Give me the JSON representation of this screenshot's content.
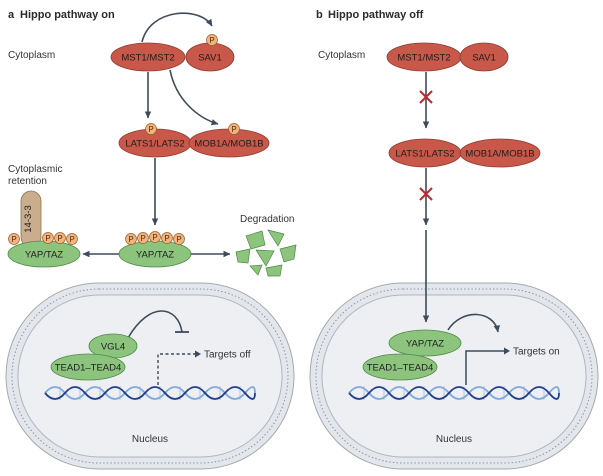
{
  "panel_a": {
    "letter": "a",
    "title": "Hippo pathway on",
    "cytoplasm": "Cytoplasm",
    "cytoplasmic_retention_line1": "Cytoplasmic",
    "cytoplasmic_retention_line2": "retention",
    "degradation": "Degradation",
    "mst": "MST1/MST2",
    "sav": "SAV1",
    "lats": "LATS1/LATS2",
    "mob": "MOB1A/MOB1B",
    "protein_14_3_3": "14-3-3",
    "yap_left": "YAP/TAZ",
    "yap_center": "YAP/TAZ",
    "vgl4": "VGL4",
    "tead": "TEAD1–TEAD4",
    "targets": "Targets off",
    "nucleus": "Nucleus",
    "phospho": "P"
  },
  "panel_b": {
    "letter": "b",
    "title": "Hippo pathway off",
    "cytoplasm": "Cytoplasm",
    "mst": "MST1/MST2",
    "sav": "SAV1",
    "lats": "LATS1/LATS2",
    "mob": "MOB1A/MOB1B",
    "yap": "YAP/TAZ",
    "tead": "TEAD1–TEAD4",
    "targets": "Targets on",
    "nucleus": "Nucleus"
  },
  "colors": {
    "kinase_red": "#c8584a",
    "effector_green": "#8cc47e",
    "adaptor_tan": "#c9ad8d",
    "phosphate_orange": "#f0b57c",
    "inhibition_x_red": "#c0282f",
    "dna_dark_blue": "#1f3f8f",
    "dna_light_blue": "#7fa8da"
  }
}
